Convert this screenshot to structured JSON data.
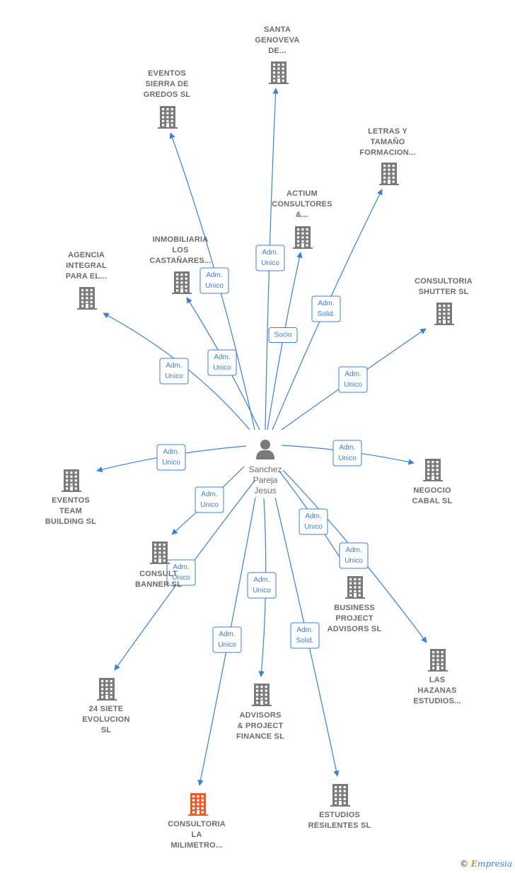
{
  "center": {
    "name_lines": [
      "Sanchez",
      "Pareja",
      "Jesus"
    ]
  },
  "colors": {
    "edge": "#3c7fd6",
    "building": "#7a7a7a",
    "highlight": "#f05a28",
    "person": "#7a7a7a"
  },
  "nodes": [
    {
      "id": "santa-genoveva",
      "lines": [
        "SANTA",
        "GENOVEVA",
        "DE..."
      ],
      "relation": [
        "Adm.",
        "Unico"
      ],
      "highlight": false
    },
    {
      "id": "eventos-sierra-gredos",
      "lines": [
        "EVENTOS",
        "SIERRA DE",
        "GREDOS  SL"
      ],
      "relation": [
        "Adm.",
        "Unico"
      ],
      "highlight": false
    },
    {
      "id": "letras-tamano",
      "lines": [
        "LETRAS Y",
        "TAMAÑO",
        "FORMACION..."
      ],
      "relation": [
        "Adm.",
        "Solid."
      ],
      "highlight": false
    },
    {
      "id": "actium-consultores",
      "lines": [
        "ACTIUM",
        "CONSULTORES",
        "&..."
      ],
      "relation": [
        "Socio"
      ],
      "highlight": false
    },
    {
      "id": "inmobiliaria-castanares",
      "lines": [
        "INMOBILIARIA",
        "LOS",
        "CASTAÑARES..."
      ],
      "relation": [
        "Adm.",
        "Unico"
      ],
      "highlight": false
    },
    {
      "id": "agencia-integral",
      "lines": [
        "AGENCIA",
        "INTEGRAL",
        "PARA EL..."
      ],
      "relation": [
        "Adm.",
        "Unico"
      ],
      "highlight": false
    },
    {
      "id": "consultoria-shutter",
      "lines": [
        "CONSULTORIA",
        "SHUTTER  SL"
      ],
      "relation": [
        "Adm.",
        "Unico"
      ],
      "highlight": false
    },
    {
      "id": "eventos-team-building",
      "lines": [
        "EVENTOS",
        "TEAM",
        "BUILDING  SL"
      ],
      "relation": [
        "Adm.",
        "Unico"
      ],
      "highlight": false
    },
    {
      "id": "negocio-cabal",
      "lines": [
        "NEGOCIO",
        "CABAL SL"
      ],
      "relation": [
        "Adm.",
        "Unico"
      ],
      "highlight": false
    },
    {
      "id": "consultoria-banner",
      "lines": [
        "CONSULT",
        "BANNER  SL"
      ],
      "relation": [
        "Adm.",
        "Unico"
      ],
      "highlight": false
    },
    {
      "id": "business-project-advisors",
      "lines": [
        "BUSINESS",
        "PROJECT",
        "ADVISORS SL"
      ],
      "relation": [
        "Adm.",
        "Unico"
      ],
      "highlight": false
    },
    {
      "id": "las-hazanas",
      "lines": [
        "LAS",
        "HAZANAS",
        "ESTUDIOS..."
      ],
      "relation": [
        "Adm.",
        "Unico"
      ],
      "highlight": false
    },
    {
      "id": "24-siete-evolucion",
      "lines": [
        "24 SIETE",
        "EVOLUCION",
        "SL"
      ],
      "relation": [
        "Adm.",
        "Unico"
      ],
      "highlight": false
    },
    {
      "id": "advisors-project-finance",
      "lines": [
        "ADVISORS",
        "& PROJECT",
        "FINANCE SL"
      ],
      "relation": [
        "Adm.",
        "Unico"
      ],
      "highlight": false
    },
    {
      "id": "estudios-resilentes",
      "lines": [
        "ESTUDIOS",
        "RESILENTES SL"
      ],
      "relation": [
        "Adm.",
        "Solid."
      ],
      "highlight": false
    },
    {
      "id": "consultoria-la-milimetro",
      "lines": [
        "CONSULTORIA",
        "LA",
        "MILIMETRO..."
      ],
      "relation": [
        "Adm.",
        "Unico"
      ],
      "highlight": true
    }
  ],
  "credit": {
    "copyright": "©",
    "brand_initial": "E",
    "brand_rest": "mpresia"
  }
}
